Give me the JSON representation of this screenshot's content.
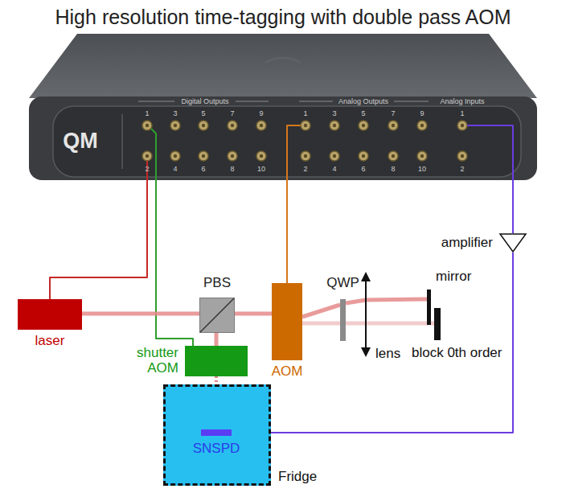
{
  "diagram": {
    "title": "High resolution time-tagging with double pass AOM",
    "nodes": [
      {
        "text": [
          "QM"
        ]
      },
      {
        "text": [
          "laser"
        ]
      },
      {
        "text": [
          "PBS"
        ]
      },
      {
        "text": [
          "shutter AOM"
        ]
      },
      {
        "text": [
          "AOM"
        ]
      },
      {
        "text": [
          "QWP"
        ]
      },
      {
        "text": [
          "lens"
        ]
      },
      {
        "text": [
          "mirror"
        ]
      },
      {
        "text": [
          "block 0th order"
        ]
      },
      {
        "text": [
          "amplifier"
        ]
      },
      {
        "text": [
          "Fridge"
        ]
      },
      {
        "text": [
          "SNSPD"
        ],
        "in": 10
      }
    ],
    "edges": [
      {
        "from": 0,
        "to": 1,
        "arrow": "none"
      },
      {
        "from": 0,
        "to": 3,
        "arrow": "none"
      },
      {
        "from": 0,
        "to": 4,
        "arrow": "none"
      },
      {
        "from": 11,
        "to": 9,
        "arrow": "none"
      },
      {
        "from": 9,
        "to": 0,
        "arrow": "none"
      },
      {
        "from": 1,
        "to": 2,
        "arrow": "none"
      },
      {
        "from": 2,
        "to": 4,
        "arrow": "none"
      },
      {
        "from": 4,
        "to": 5,
        "arrow": "none"
      },
      {
        "from": 5,
        "to": 7,
        "arrow": "none"
      },
      {
        "from": 4,
        "to": 8,
        "arrow": "none"
      },
      {
        "from": 2,
        "to": 3,
        "arrow": "none"
      },
      {
        "from": 3,
        "to": 11,
        "arrow": "none"
      }
    ],
    "labels": [
      "Digital Outputs",
      "1",
      "3",
      "5",
      "7",
      "9",
      "2",
      "4",
      "6",
      "8",
      "10",
      "Analog Outputs",
      "1",
      "3",
      "5",
      "7",
      "9",
      "2",
      "4",
      "6",
      "8",
      "10",
      "Analog Inputs",
      "1",
      "2"
    ]
  }
}
